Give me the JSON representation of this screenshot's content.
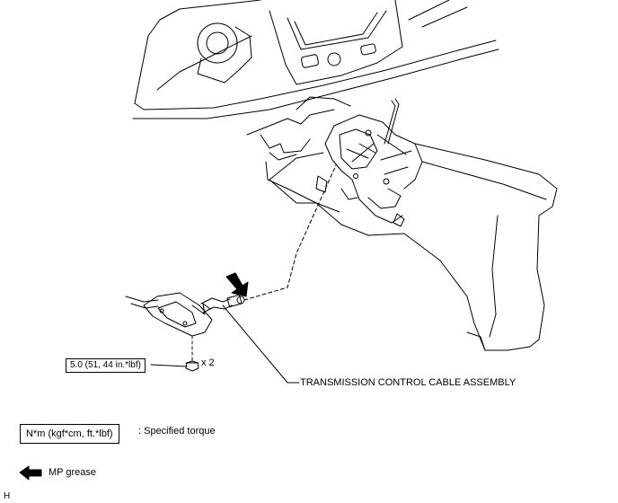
{
  "callout": {
    "part_name": "TRANSMISSION CONTROL CABLE ASSEMBLY"
  },
  "torque": {
    "value_box": "5.0 (51, 44 in.*lbf)",
    "quantity": "x 2"
  },
  "legend": {
    "torque_units_box": "N*m (kgf*cm, ft.*lbf)",
    "torque_units_desc": ": Specified torque",
    "grease_label": "MP grease"
  },
  "illustration_code": "H"
}
